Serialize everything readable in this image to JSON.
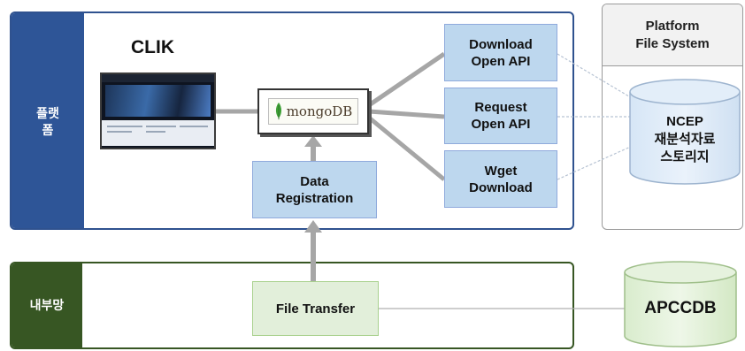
{
  "platform": {
    "side_label": "플랫\n폼",
    "title": "CLIK"
  },
  "internal": {
    "side_label": "내부망"
  },
  "storage": {
    "platform_fs_title": "Platform\nFile System",
    "ncep_label": "NCEP\n재분석자료\n스토리지",
    "apccdb_label": "APCCDB"
  },
  "nodes": {
    "mongodb": "mongoDB",
    "data_registration": "Data\nRegistration",
    "download_open_api": "Download\nOpen API",
    "request_open_api": "Request\nOpen API",
    "wget_download": "Wget\nDownload",
    "file_transfer": "File Transfer"
  },
  "colors": {
    "platform_blue": "#2e5597",
    "internal_green": "#375623",
    "node_blue": "#bdd7ee",
    "node_green": "#e2efda",
    "db_green": "#e2efda",
    "db_blue": "#deebf7",
    "connector_gray": "#a6a6a6"
  },
  "icons": {
    "mongodb_leaf": "leaf-icon"
  }
}
